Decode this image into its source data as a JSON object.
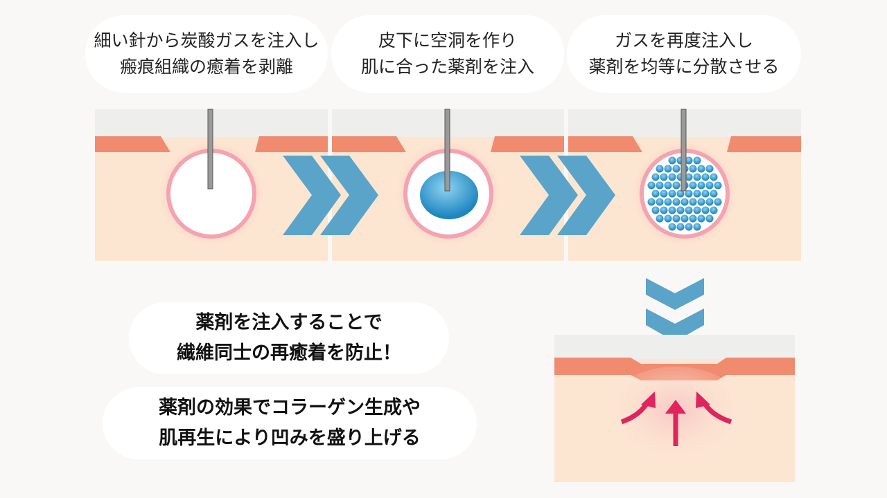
{
  "steps": [
    {
      "line1": "細い針から炭酸ガスを注入し",
      "line2": "瘢痕組織の癒着を剥離"
    },
    {
      "line1": "皮下に空洞を作り",
      "line2": "肌に合った薬剤を注入"
    },
    {
      "line1": "ガスを再度注入し",
      "line2": "薬剤を均等に分散させる"
    }
  ],
  "notes": [
    {
      "line1": "薬剤を注入することで",
      "line2": "繊維同士の再癒着を防止！"
    },
    {
      "line1": "薬剤の効果でコラーゲン生成や",
      "line2": "肌再生により凹みを盛り上げる"
    }
  ],
  "colors": {
    "arrow": "#5aa3c9",
    "skin": "#fce6d2",
    "epidermis": "#f08b70",
    "drug": "#2f9fd0",
    "accent": "#e0245e"
  }
}
